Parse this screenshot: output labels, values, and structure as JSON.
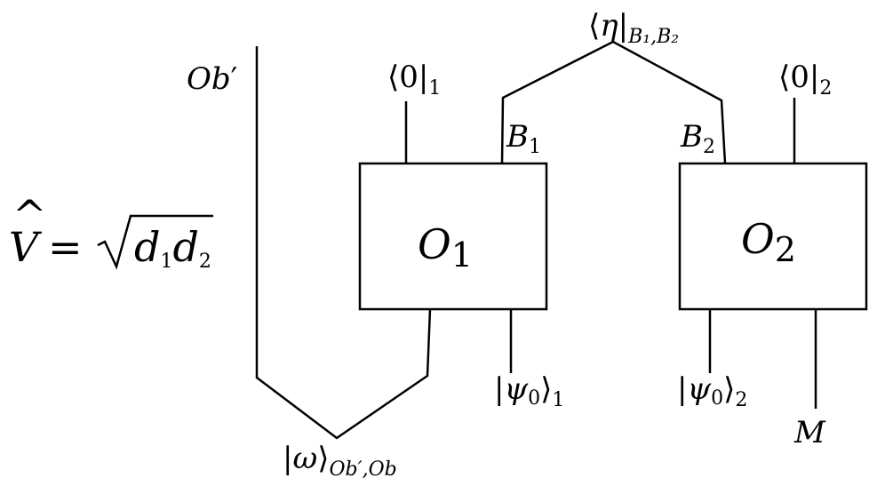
{
  "equation": {
    "lhs_symbol": "V",
    "lhs_hat": "^",
    "equals": "=",
    "radicand_1": "d",
    "radicand_1_sub": "1",
    "radicand_2": "d",
    "radicand_2_sub": "2"
  },
  "boxes": [
    {
      "name": "O",
      "sub": "1"
    },
    {
      "name": "O",
      "sub": "2"
    }
  ],
  "labels": {
    "ob_prime": {
      "main": "Ob",
      "prime": "′"
    },
    "bra0_1": {
      "open": "⟨",
      "main": "0",
      "close": "|",
      "sub": "1"
    },
    "bra0_2": {
      "open": "⟨",
      "main": "0",
      "close": "|",
      "sub": "2"
    },
    "bra_eta": {
      "open": "⟨",
      "main": "η",
      "close": "|",
      "sub": "B₁,B₂"
    },
    "b1": {
      "main": "B",
      "sub": "1"
    },
    "b2": {
      "main": "B",
      "sub": "2"
    },
    "ket_psi_1": {
      "open": "|",
      "main": "ψ",
      "main_sub": "0",
      "close": "⟩",
      "sub": "1"
    },
    "ket_psi_2": {
      "open": "|",
      "main": "ψ",
      "main_sub": "0",
      "close": "⟩",
      "sub": "2"
    },
    "ket_omega": {
      "open": "|",
      "main": "ω",
      "close": "⟩",
      "sub": "Ob′,Ob"
    },
    "m": {
      "main": "M"
    }
  }
}
